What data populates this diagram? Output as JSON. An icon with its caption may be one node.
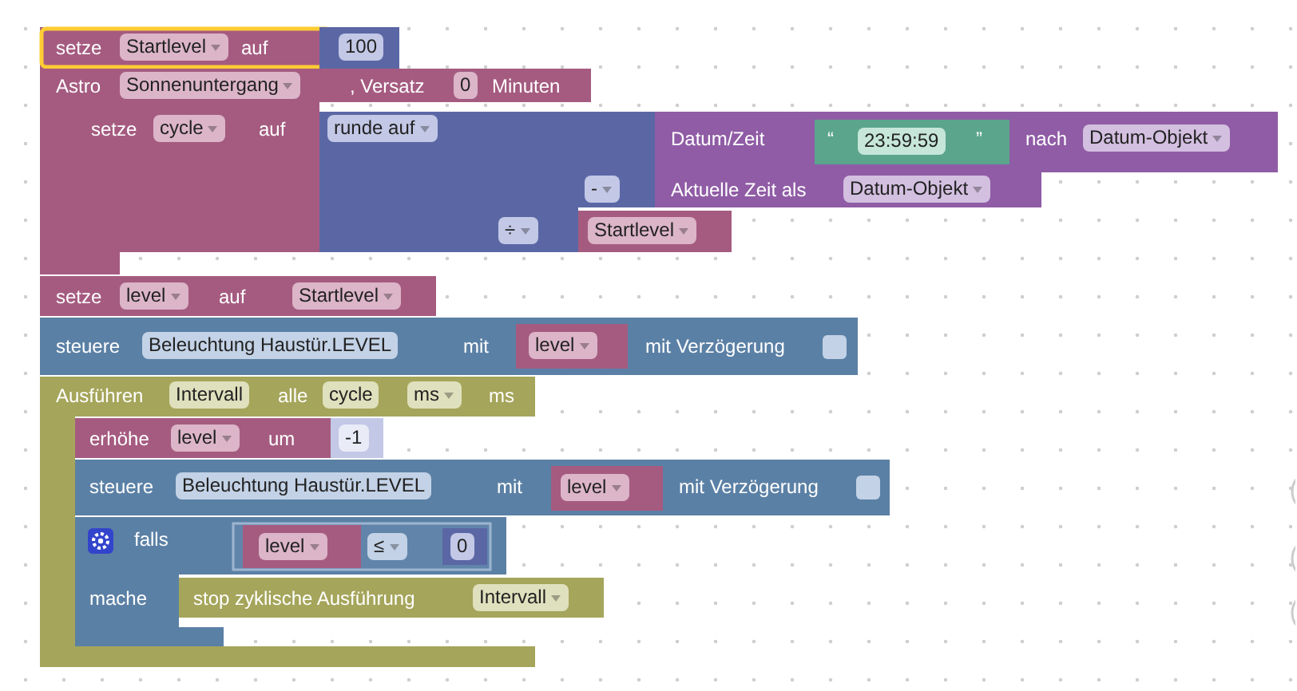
{
  "diagram": {
    "nodes": [
      {
        "text": [
          "setze",
          "Startlevel",
          "auf"
        ]
      },
      {
        "text": [
          "100"
        ]
      },
      {
        "text": [
          "Astro",
          "Sonnenuntergang",
          ", Versatz",
          "0",
          "Minuten"
        ]
      },
      {
        "text": [
          "setze",
          "cycle",
          "auf"
        ],
        "in": 2
      },
      {
        "text": [
          "runde auf"
        ],
        "in": 2
      },
      {
        "text": [
          "÷"
        ],
        "in": 2
      },
      {
        "text": [
          "-"
        ]
      },
      {
        "text": [
          "Datum/Zeit",
          "nach",
          "Datum-Objekt"
        ]
      },
      {
        "text": [
          "“",
          "23:59:59",
          "”"
        ],
        "in": 7
      },
      {
        "text": [
          "Aktuelle Zeit als",
          "Datum-Objekt"
        ]
      },
      {
        "text": [
          "Startlevel"
        ]
      },
      {
        "text": [
          "setze",
          "level",
          "auf"
        ]
      },
      {
        "text": [
          "Startlevel"
        ]
      },
      {
        "text": [
          "steuere",
          "Beleuchtung Haustür.LEVEL",
          "mit",
          "mit Verzögerung"
        ]
      },
      {
        "text": [
          "level"
        ],
        "in": 13
      },
      {
        "text": [
          "Ausführen",
          "Intervall",
          "alle",
          "cycle",
          "ms",
          "ms"
        ]
      },
      {
        "text": [
          "erhöhe",
          "level",
          "um"
        ],
        "in": 15
      },
      {
        "text": [
          "-1"
        ],
        "in": 15
      },
      {
        "text": [
          "steuere",
          "Beleuchtung Haustür.LEVEL",
          "mit",
          "mit Verzögerung"
        ]
      },
      {
        "text": [
          "level"
        ],
        "in": 18
      },
      {
        "text": [
          "falls",
          "mache"
        ],
        "in": 15
      },
      {
        "text": [
          "≤"
        ],
        "in": 20
      },
      {
        "text": [
          "level"
        ],
        "in": 21
      },
      {
        "text": [
          "0"
        ],
        "in": 21
      },
      {
        "text": [
          "stop zyklische Ausführung",
          "Intervall"
        ]
      }
    ]
  }
}
